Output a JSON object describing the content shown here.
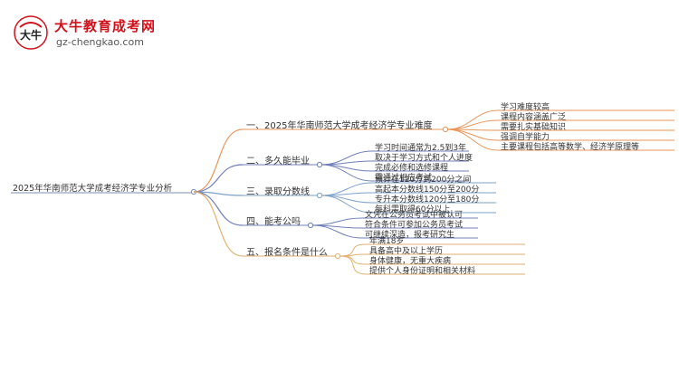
{
  "logo": {
    "title": "大牛教育成考网",
    "url": "gz-chengkao.com",
    "mark_text": "大牛"
  },
  "colors": {
    "root_line": "#7b8fb2",
    "branches": [
      "#e8965a",
      "#6f7fb8",
      "#7ea2c9",
      "#6f7fb8",
      "#e2b26e"
    ],
    "logo_red": "#d0111b"
  },
  "mindmap": {
    "root": "2025年华南师范大学成考经济学专业分析",
    "branches": [
      {
        "label": "一、2025年华南师范大学成考经济学专业难度",
        "children": [
          "学习难度较高",
          "课程内容涵盖广泛",
          "需要扎实基础知识",
          "强调自学能力",
          "主要课程包括高等数学、经济学原理等"
        ]
      },
      {
        "label": "二、多久能毕业",
        "children": [
          "学习时间通常为2.5到3年",
          "取决于学习方式和个人进度",
          "完成必修和选修课程",
          "需通过相应考试"
        ]
      },
      {
        "label": "三、录取分数线",
        "children": [
          "预计在120分到200分之间",
          "高起本分数线150分至200分",
          "专升本分数线120分至180分",
          "每科需取得60分以上"
        ]
      },
      {
        "label": "四、能考公吗",
        "children": [
          "文凭在公务员考试中被认可",
          "符合条件可参加公务员考试",
          "可继续深造，报考研究生"
        ]
      },
      {
        "label": "五、报名条件是什么",
        "children": [
          "年满18岁",
          "具备高中及以上学历",
          "身体健康，无重大疾病",
          "提供个人身份证明和相关材料"
        ]
      }
    ]
  }
}
